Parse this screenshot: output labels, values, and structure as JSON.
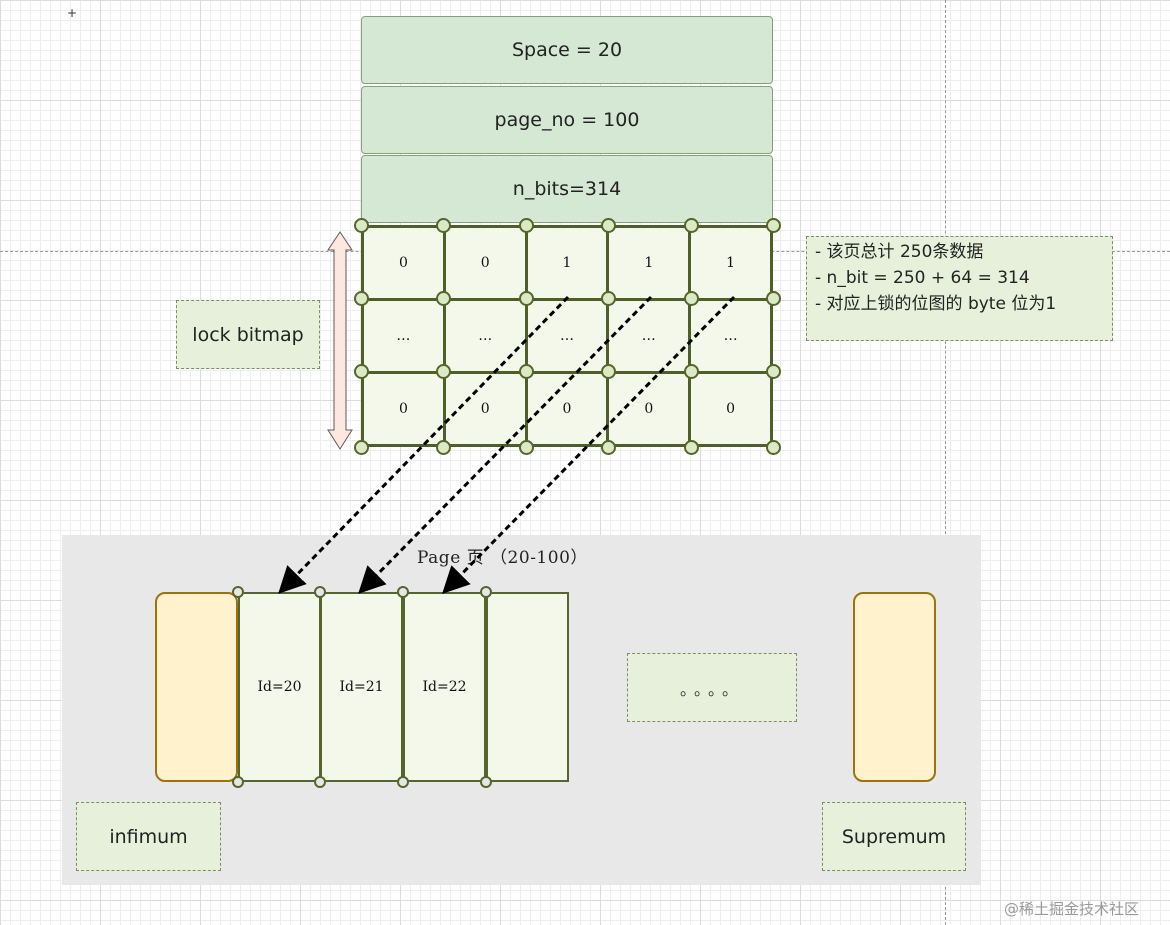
{
  "header": {
    "space_label": "Space = 20",
    "page_no_label": "page_no = 100",
    "n_bits_label": "n_bits=314"
  },
  "bitmap": {
    "label": "lock bitmap",
    "rows": [
      [
        "0",
        "0",
        "1",
        "1",
        "1"
      ],
      [
        "…",
        "…",
        "…",
        "…",
        "…"
      ],
      [
        "0",
        "0",
        "0",
        "0",
        "0"
      ]
    ]
  },
  "info": {
    "lines": [
      "- 该页总计 250条数据",
      "- n_bit = 250 + 64 = 314",
      "- 对应上锁的位图的 byte 位为1"
    ]
  },
  "page": {
    "title": "Page 页 （20-100）",
    "records": [
      "Id=20",
      "Id=21",
      "Id=22",
      ""
    ],
    "ellipsis": "。。。。",
    "infimum_label": "infimum",
    "supremum_label": "Supremum"
  },
  "watermark": "@稀土掘金技术社区",
  "colors": {
    "header_fill": "#d5e8d4",
    "cell_fill": "#f3f8ea",
    "frame_dark": "#55652b",
    "note_fill": "#e7f0db",
    "bound_record_fill": "#fff2cc",
    "bound_record_stroke": "#9c7310",
    "page_area": "#e8e8e8"
  }
}
